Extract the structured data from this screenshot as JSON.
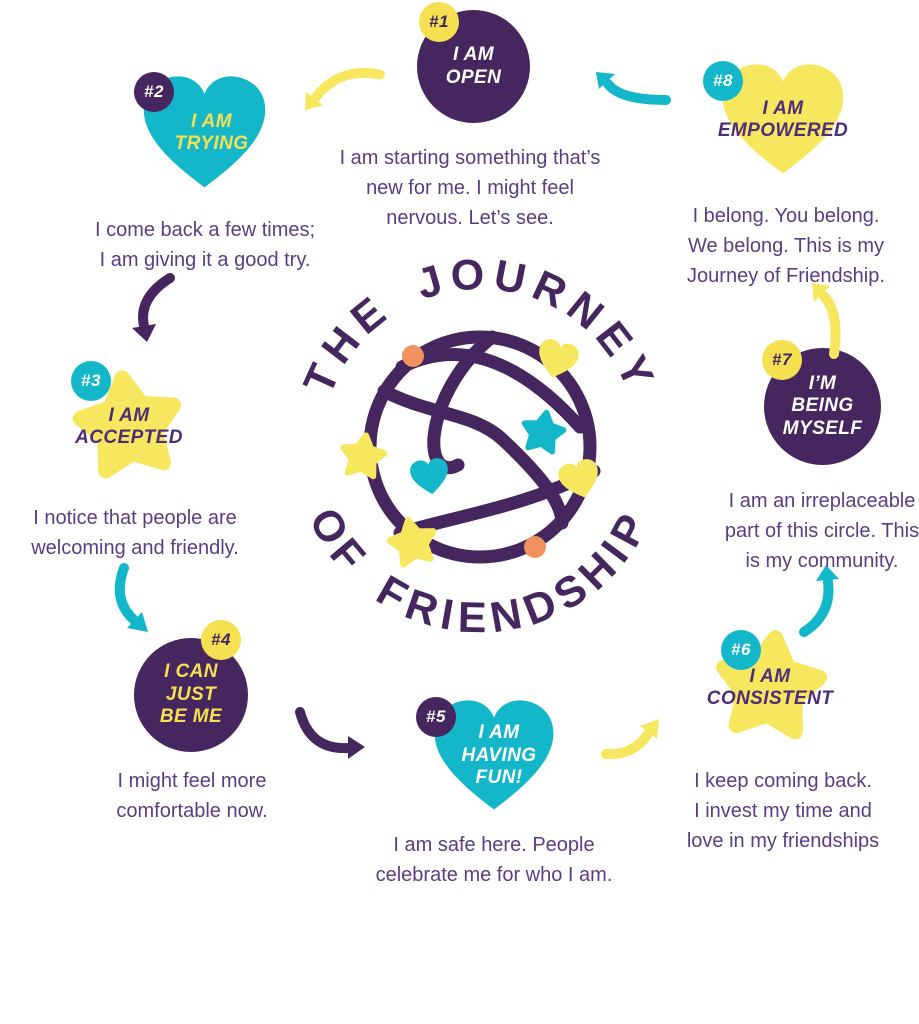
{
  "title": "The Journey of Friendship",
  "palette": {
    "purple": "#46265e",
    "text_purple": "#5b3d84",
    "teal": "#14b7ca",
    "yellow": "#f5e051",
    "soft_yellow": "#f6e75f",
    "orange": "#f0915f",
    "white": "#ffffff"
  },
  "logo": {
    "arc_top": "THE JOURNEY",
    "arc_bottom": "OF FRIENDSHIP"
  },
  "stages": [
    {
      "number": "#1",
      "shape": "circle",
      "label_lines": [
        "I AM",
        "OPEN"
      ],
      "desc_lines": [
        "I am starting something that’s",
        "new for me. I might feel",
        "nervous. Let’s see."
      ]
    },
    {
      "number": "#2",
      "shape": "heart-teal",
      "label_lines": [
        "I AM",
        "TRYING"
      ],
      "desc_lines": [
        "I come back a few times;",
        "I am giving it a good try."
      ]
    },
    {
      "number": "#3",
      "shape": "star-yellow",
      "label_lines": [
        "I AM",
        "ACCEPTED"
      ],
      "desc_lines": [
        "I notice that people are",
        "welcoming and friendly."
      ]
    },
    {
      "number": "#4",
      "shape": "circle",
      "label_lines": [
        "I CAN",
        "JUST",
        "BE ME"
      ],
      "desc_lines": [
        "I might feel more",
        "comfortable now."
      ]
    },
    {
      "number": "#5",
      "shape": "heart-teal",
      "label_lines": [
        "I AM",
        "HAVING",
        "FUN!"
      ],
      "desc_lines": [
        "I am safe here. People",
        "celebrate me for who I am."
      ]
    },
    {
      "number": "#6",
      "shape": "star-yellow",
      "label_lines": [
        "I AM",
        "CONSISTENT"
      ],
      "desc_lines": [
        "I keep coming back.",
        "I invest my time and",
        "love in my friendships"
      ]
    },
    {
      "number": "#7",
      "shape": "circle",
      "label_lines": [
        "I’M",
        "BEING",
        "MYSELF"
      ],
      "desc_lines": [
        "I am an irreplaceable",
        "part of this circle. This",
        "is my community."
      ]
    },
    {
      "number": "#8",
      "shape": "heart-yellow",
      "label_lines": [
        "I AM",
        "EMPOWERED"
      ],
      "desc_lines": [
        "I belong. You belong.",
        "We belong. This is my",
        "Journey of Friendship."
      ]
    }
  ]
}
